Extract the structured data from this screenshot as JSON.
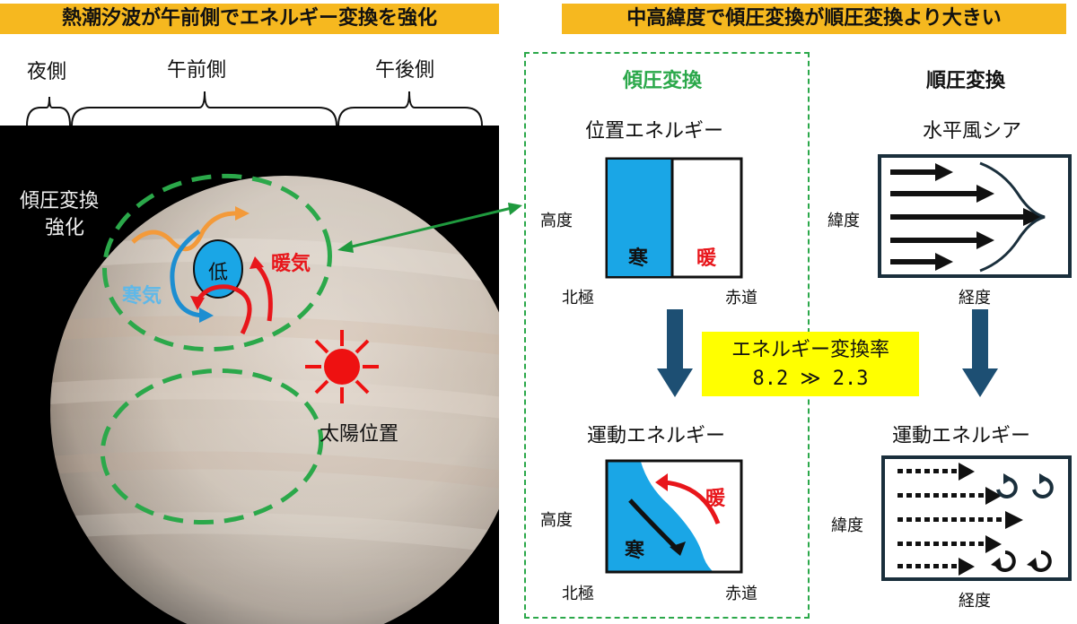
{
  "left": {
    "banner": "熱潮汐波が午前側でエネルギー変換を強化",
    "sections": {
      "night": "夜側",
      "morning": "午前側",
      "afternoon": "午後側"
    },
    "annotation_line1": "傾圧変換",
    "annotation_line2": "強化",
    "low_label": "低",
    "cold_label": "寒気",
    "warm_label": "暖気",
    "sun_label": "太陽位置"
  },
  "right": {
    "banner": "中高緯度で傾圧変換が順圧変換より大きい",
    "baroclinic": {
      "heading": "傾圧変換",
      "potential_title": "位置エネルギー",
      "kinetic_title": "運動エネルギー",
      "altitude": "高度",
      "north_pole": "北極",
      "equator": "赤道",
      "cold": "寒",
      "warm": "暖",
      "altitude_2": "高度",
      "north_pole_2": "北極",
      "equator_2": "赤道",
      "cold_2": "寒",
      "warm_2": "暖"
    },
    "barotropic": {
      "heading": "順圧変換",
      "shear_title": "水平風シア",
      "kinetic_title": "運動エネルギー",
      "latitude": "緯度",
      "longitude": "経度",
      "latitude_2": "緯度",
      "longitude_2": "経度"
    },
    "rate_box": {
      "line1": "エネルギー変換率",
      "line2": "8.2 ≫ 2.3"
    }
  },
  "colors": {
    "banner": "#f6b81f",
    "green_dash": "#2ba84a",
    "cold_blue": "#1aa6e6",
    "warm_red": "#e8161b",
    "arrow_navy": "#1d4f73",
    "highlight_yellow": "#ffff00"
  }
}
